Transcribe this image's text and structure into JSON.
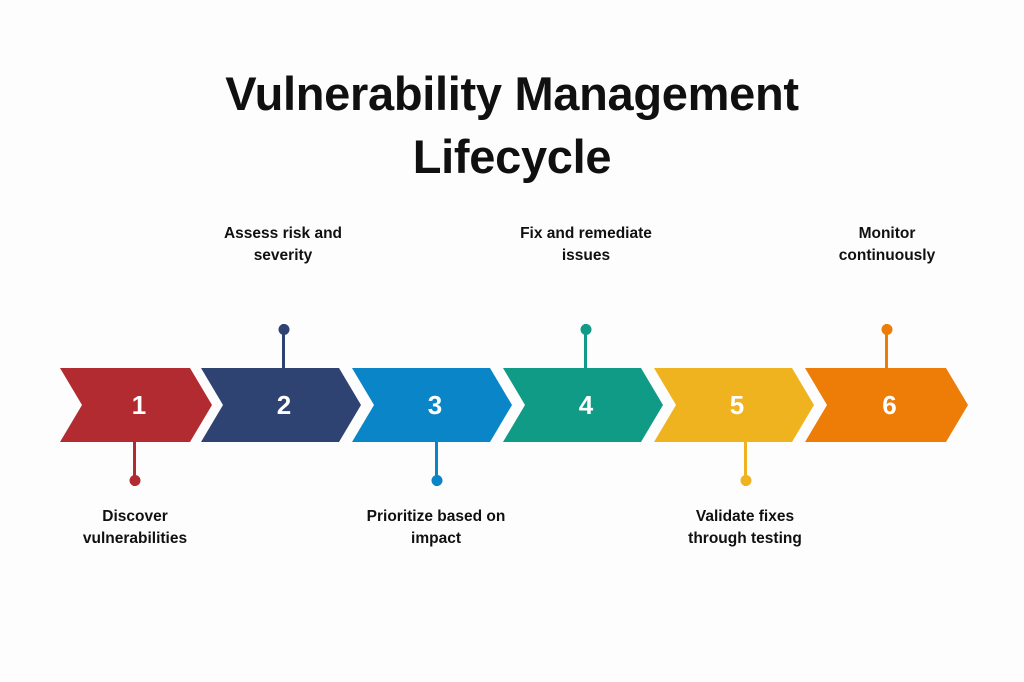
{
  "title": "Vulnerability Management\nLifecycle",
  "background_color": "#fdfdfe",
  "text_color": "#101010",
  "chart_data": {
    "type": "diagram",
    "subtype": "chevron-process-timeline",
    "title": "Vulnerability Management Lifecycle",
    "step_count": 6,
    "orientation": "horizontal",
    "label_alternation": "odd steps below, even steps above",
    "steps": [
      {
        "number": "1",
        "label": "Discover\nvulnerabilities",
        "color": "#b22b30",
        "position": "below"
      },
      {
        "number": "2",
        "label": "Assess risk and\nseverity",
        "color": "#2e4372",
        "position": "above"
      },
      {
        "number": "3",
        "label": "Prioritize based on\nimpact",
        "color": "#0a85c8",
        "position": "below"
      },
      {
        "number": "4",
        "label": "Fix and remediate\nissues",
        "color": "#109b86",
        "position": "above"
      },
      {
        "number": "5",
        "label": "Validate fixes\nthrough testing",
        "color": "#efb320",
        "position": "below"
      },
      {
        "number": "6",
        "label": "Monitor\ncontinuously",
        "color": "#ed7d07",
        "position": "above"
      }
    ]
  }
}
